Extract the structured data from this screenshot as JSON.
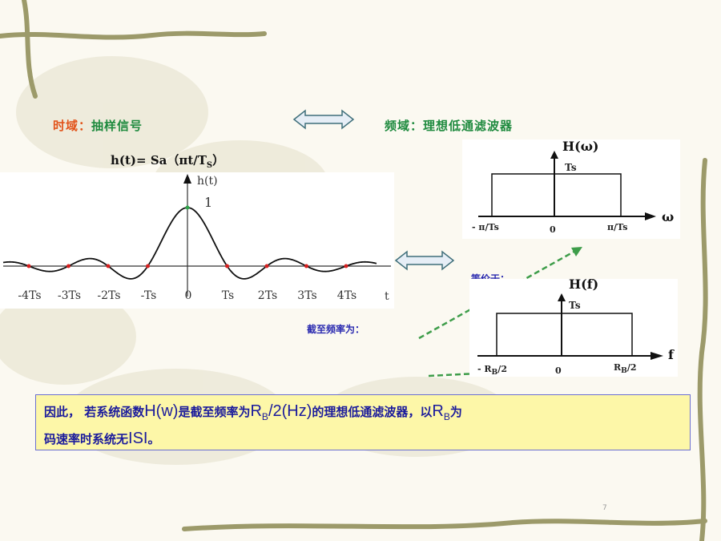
{
  "time_domain": {
    "label": "时域：",
    "desc": "抽样信号"
  },
  "freq_domain": {
    "label": "频域：理想低通滤波器"
  },
  "formula": {
    "prefix": "h(t)=  Sa（πt/T",
    "sub": "S",
    "suffix": "）"
  },
  "time_plot": {
    "y_label": "h(t)",
    "peak": "1",
    "t_axis": "t",
    "ticks": [
      "-4Ts",
      "-3Ts",
      "-2Ts",
      "-Ts",
      "0",
      "Ts",
      "2Ts",
      "3Ts",
      "4Ts"
    ]
  },
  "h_omega": {
    "title": "H(ω)",
    "height": "Ts",
    "left": "- π/Ts",
    "zero": "0",
    "right": "π/Ts",
    "axis": "ω"
  },
  "h_f": {
    "title": "H(f)",
    "height": "Ts",
    "left": "- R",
    "left_sub": "B",
    "left_tail": "/2",
    "zero": "0",
    "right": "R",
    "right_sub": "B",
    "right_tail": "/2",
    "axis": "f"
  },
  "labels": {
    "equivalent": "等价于：",
    "cutoff": "截至频率为："
  },
  "conclusion": {
    "p1": "因此， 若系统函数",
    "h": "H(w)",
    "p2": "是截至频率为",
    "r1": "R",
    "r1_sub": "B",
    "r1_tail": "/2(Hz)",
    "p3": "的理想低通滤波器，以",
    "r2": "R",
    "r2_sub": "B",
    "p4": "为",
    "p5": "码速率时系统无",
    "isi": "ISI",
    "p6": "。"
  },
  "page_number": "7",
  "colors": {
    "accent_red": "#e2541b",
    "accent_green": "#1e8a3e",
    "text_blue": "#1a1a9c",
    "box_fill": "#fdf7a8"
  },
  "icons": [
    "double-arrow-icon",
    "vine-decoration"
  ]
}
